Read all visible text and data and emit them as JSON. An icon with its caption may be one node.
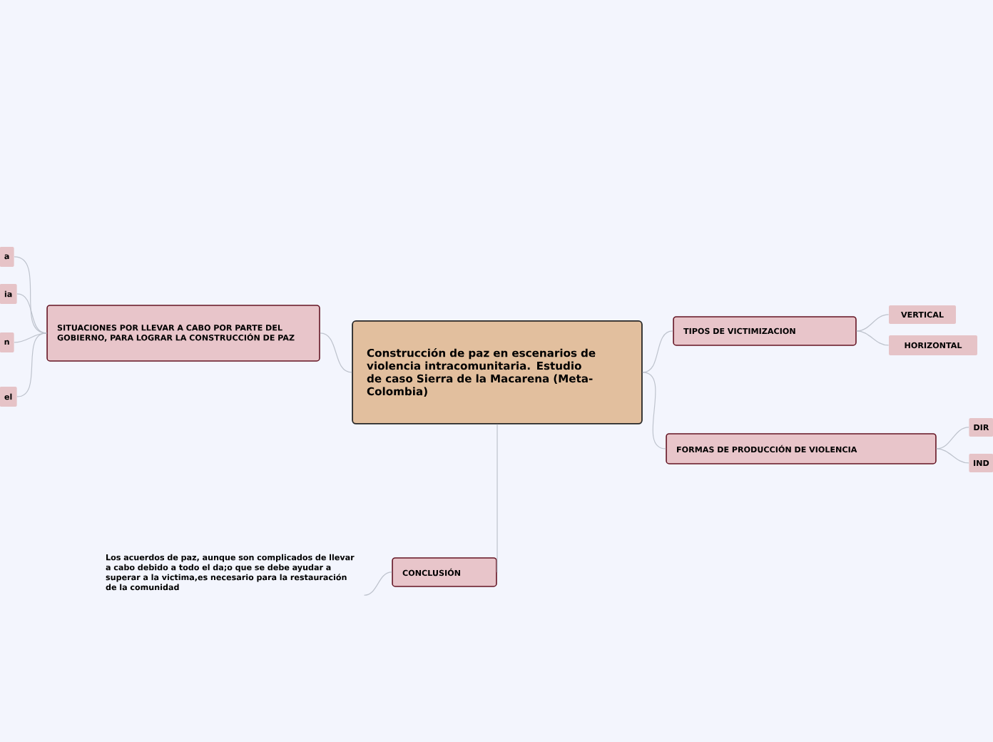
{
  "diagram": {
    "nodes": [
      {
        "text": [
          "Construcción de paz en escenarios de violencia intracomunitaria. Estudio de caso Sierra de la Macarena (Meta-Colombia)"
        ]
      },
      {
        "text": [
          "SITUACIONES POR LLEVAR A CABO POR PARTE DEL GOBIERNO, PARA LOGRAR LA CONSTRUCCIÓN DE PAZ"
        ]
      },
      {
        "text": [
          "a"
        ]
      },
      {
        "text": [
          "ia"
        ]
      },
      {
        "text": [
          "n"
        ]
      },
      {
        "text": [
          "el"
        ]
      },
      {
        "text": [
          "TIPOS DE VICTIMIZACION"
        ]
      },
      {
        "text": [
          "VERTICAL"
        ]
      },
      {
        "text": [
          "HORIZONTAL"
        ]
      },
      {
        "text": [
          "FORMAS DE PRODUCCIÓN DE VIOLENCIA"
        ]
      },
      {
        "text": [
          "DIR"
        ]
      },
      {
        "text": [
          "IND"
        ]
      },
      {
        "text": [
          "CONCLUSIÓN"
        ]
      },
      {
        "text": [
          "Los acuerdos de paz, aunque son complicados de llevar a cabo debido a todo el da;o que se debe ayudar a superar a la victima,es necesario para la restauración de la comunidad"
        ]
      }
    ],
    "edges": [
      {
        "from": 0,
        "to": 1,
        "arrow": "none"
      },
      {
        "from": 1,
        "to": 2,
        "arrow": "none"
      },
      {
        "from": 1,
        "to": 3,
        "arrow": "none"
      },
      {
        "from": 1,
        "to": 4,
        "arrow": "none"
      },
      {
        "from": 1,
        "to": 5,
        "arrow": "none"
      },
      {
        "from": 0,
        "to": 6,
        "arrow": "none"
      },
      {
        "from": 6,
        "to": 7,
        "arrow": "none"
      },
      {
        "from": 6,
        "to": 8,
        "arrow": "none"
      },
      {
        "from": 0,
        "to": 9,
        "arrow": "none"
      },
      {
        "from": 9,
        "to": 10,
        "arrow": "none"
      },
      {
        "from": 9,
        "to": 11,
        "arrow": "none"
      },
      {
        "from": 0,
        "to": 12,
        "arrow": "none"
      },
      {
        "from": 12,
        "to": 13,
        "arrow": "none"
      }
    ]
  }
}
